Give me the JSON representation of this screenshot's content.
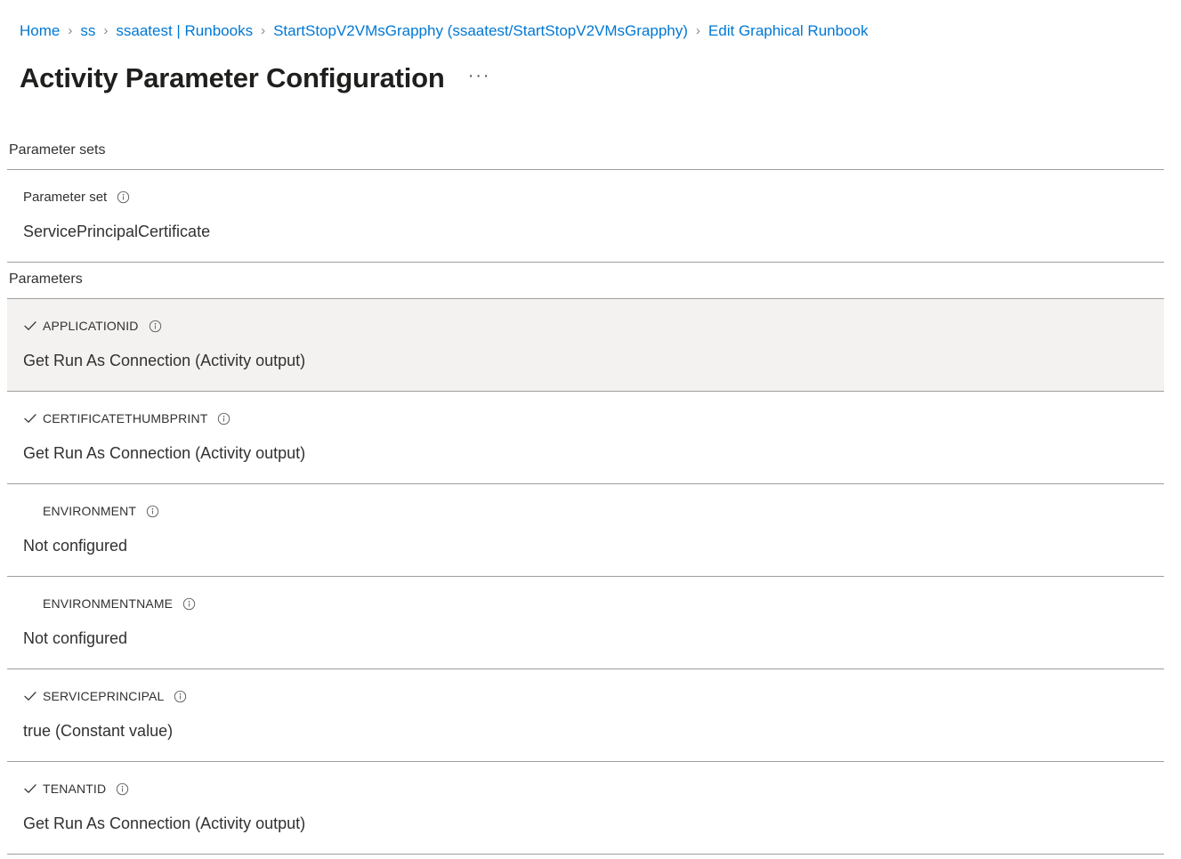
{
  "breadcrumb": {
    "separator": "›",
    "items": [
      {
        "label": "Home"
      },
      {
        "label": "ss"
      },
      {
        "label": "ssaatest | Runbooks"
      },
      {
        "label": "StartStopV2VMsGrapphy (ssaatest/StartStopV2VMsGrapphy)"
      },
      {
        "label": "Edit Graphical Runbook"
      }
    ]
  },
  "header": {
    "title": "Activity Parameter Configuration",
    "more_menu": "···"
  },
  "parameter_sets": {
    "section_label": "Parameter sets",
    "field_label": "Parameter set",
    "value": "ServicePrincipalCertificate"
  },
  "parameters": {
    "section_label": "Parameters",
    "items": [
      {
        "name": "APPLICATIONID",
        "value": "Get Run As Connection (Activity output)",
        "configured": true,
        "selected": true
      },
      {
        "name": "CERTIFICATETHUMBPRINT",
        "value": "Get Run As Connection (Activity output)",
        "configured": true,
        "selected": false
      },
      {
        "name": "ENVIRONMENT",
        "value": "Not configured",
        "configured": false,
        "selected": false
      },
      {
        "name": "ENVIRONMENTNAME",
        "value": "Not configured",
        "configured": false,
        "selected": false
      },
      {
        "name": "SERVICEPRINCIPAL",
        "value": "true (Constant value)",
        "configured": true,
        "selected": false
      },
      {
        "name": "TENANTID",
        "value": "Get Run As Connection (Activity output)",
        "configured": true,
        "selected": false
      }
    ]
  },
  "icons": {
    "info": "info-icon",
    "check": "check-icon"
  },
  "colors": {
    "link": "#0078d4",
    "text": "#323130",
    "rule": "#a19f9d",
    "selected_row": "#f3f2f1"
  }
}
